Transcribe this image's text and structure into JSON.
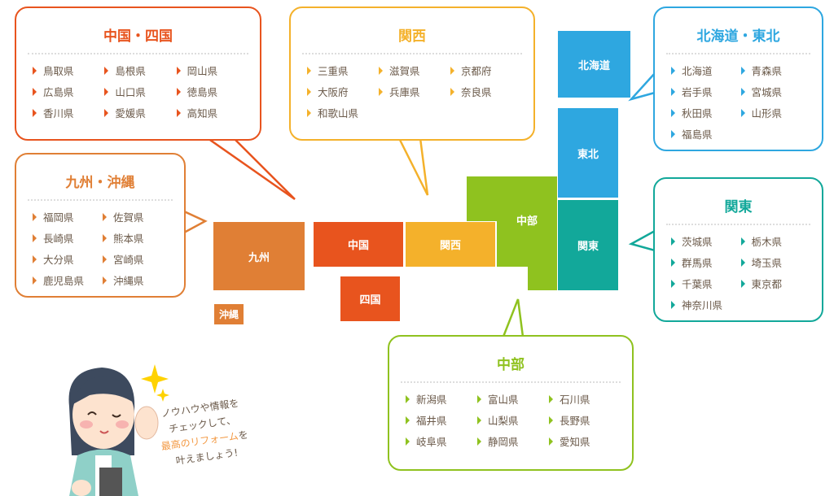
{
  "colors": {
    "chugoku": "#e8541e",
    "kyushu": "#e07f35",
    "kansai": "#f4b12b",
    "tohoku": "#2ea7e0",
    "kanto": "#12a89a",
    "chubu": "#8fc21f"
  },
  "regions": {
    "chugoku_shikoku": {
      "title": "中国・四国",
      "items": [
        "鳥取県",
        "島根県",
        "岡山県",
        "広島県",
        "山口県",
        "徳島県",
        "香川県",
        "愛媛県",
        "高知県"
      ]
    },
    "kyushu": {
      "title": "九州・沖縄",
      "items": [
        "福岡県",
        "佐賀県",
        "長崎県",
        "熊本県",
        "大分県",
        "宮崎県",
        "鹿児島県",
        "沖縄県"
      ]
    },
    "kansai": {
      "title": "関西",
      "items": [
        "三重県",
        "滋賀県",
        "京都府",
        "大阪府",
        "兵庫県",
        "奈良県",
        "和歌山県"
      ]
    },
    "hokkaido_tohoku": {
      "title": "北海道・東北",
      "items": [
        "北海道",
        "青森県",
        "岩手県",
        "宮城県",
        "秋田県",
        "山形県",
        "福島県"
      ]
    },
    "kanto": {
      "title": "関東",
      "items": [
        "茨城県",
        "栃木県",
        "群馬県",
        "埼玉県",
        "千葉県",
        "東京都",
        "神奈川県"
      ]
    },
    "chubu": {
      "title": "中部",
      "items": [
        "新潟県",
        "富山県",
        "石川県",
        "福井県",
        "山梨県",
        "長野県",
        "岐阜県",
        "静岡県",
        "愛知県"
      ]
    }
  },
  "map": {
    "hokkaido": "北海道",
    "tohoku": "東北",
    "kanto": "関東",
    "chubu": "中部",
    "kansai": "関西",
    "chugoku": "中国",
    "shikoku": "四国",
    "kyushu": "九州",
    "okinawa": "沖縄"
  },
  "message": {
    "line1": "ノウハウや情報を",
    "line2": "チェックして、",
    "line3_highlight": "最高のリフォーム",
    "line3_rest": "を",
    "line4": "叶えましょう!"
  }
}
